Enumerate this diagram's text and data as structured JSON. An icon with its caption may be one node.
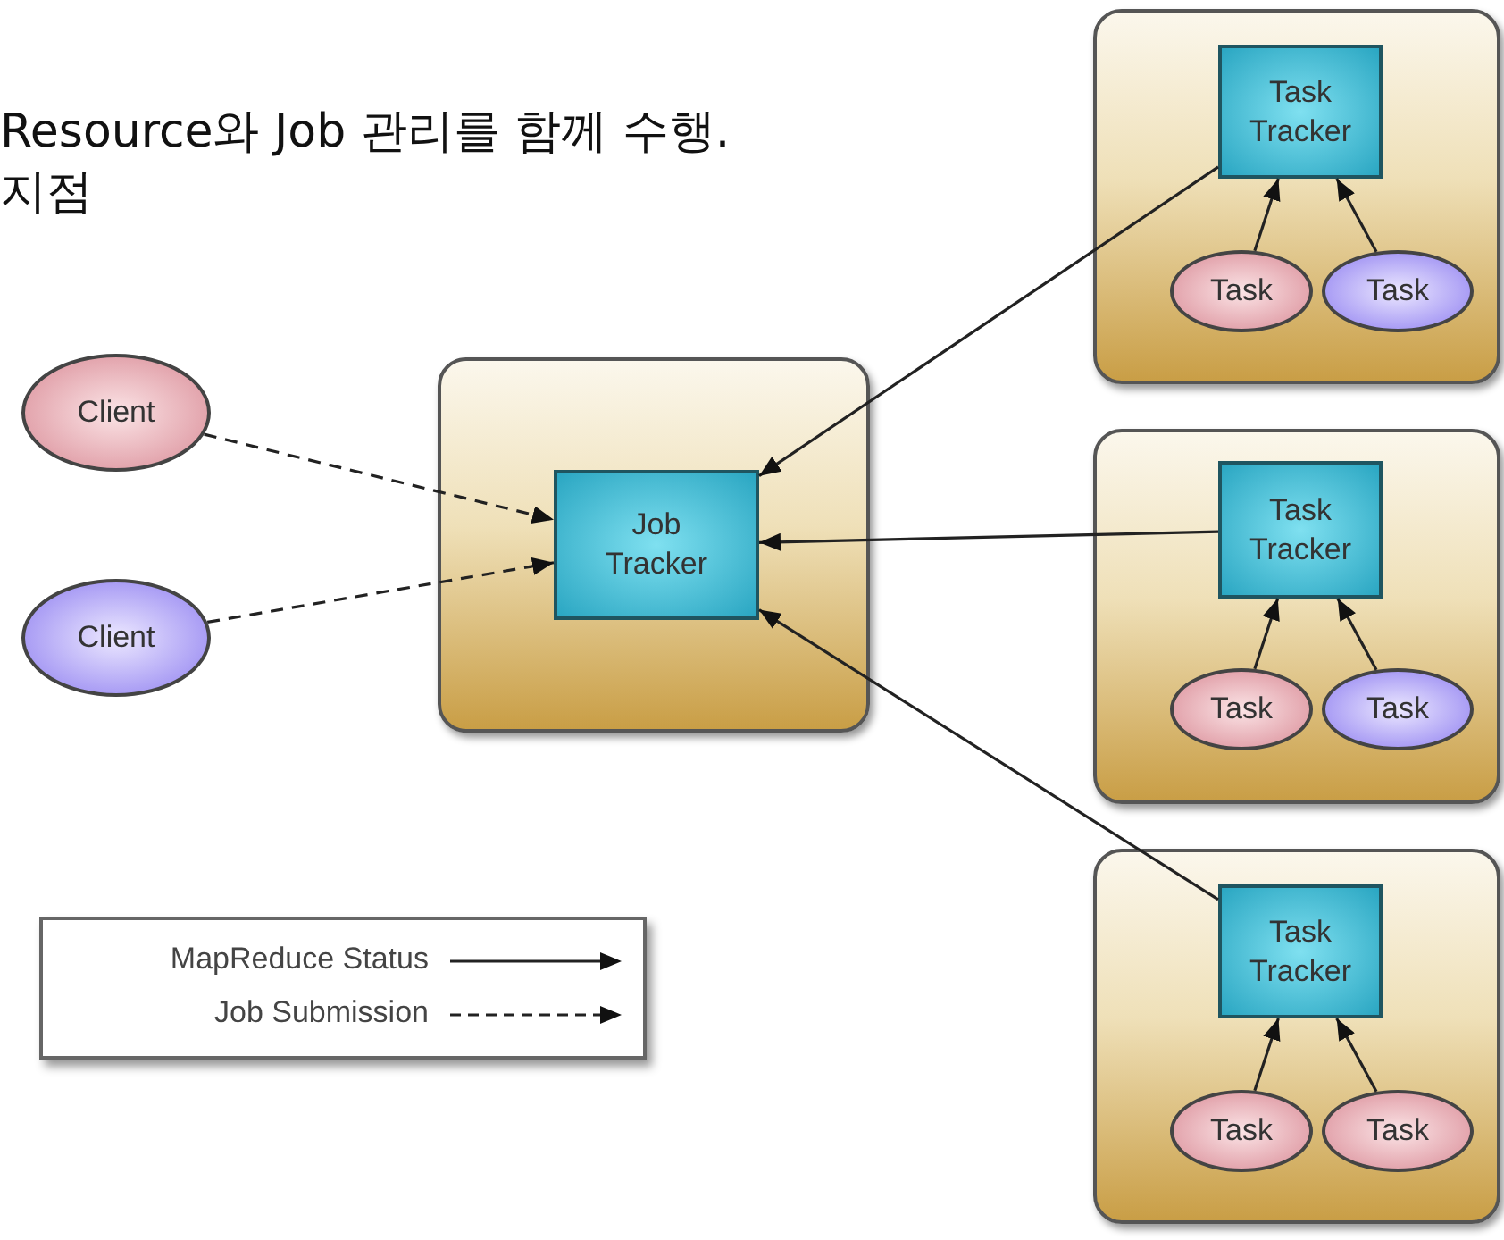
{
  "diagram": {
    "nodes": [
      {
        "text": [
          "Client"
        ]
      },
      {
        "text": [
          "Client"
        ]
      },
      {
        "text": [],
        "shape": "box"
      },
      {
        "text": [
          "Job Tracker"
        ],
        "in": 2
      },
      {
        "text": [],
        "shape": "box"
      },
      {
        "text": [
          "Task Tracker"
        ],
        "in": 4
      },
      {
        "text": [
          "Task"
        ],
        "in": 4
      },
      {
        "text": [
          "Task"
        ],
        "in": 4
      },
      {
        "text": [],
        "shape": "box"
      },
      {
        "text": [
          "Task Tracker"
        ],
        "in": 8
      },
      {
        "text": [
          "Task"
        ],
        "in": 8
      },
      {
        "text": [
          "Task"
        ],
        "in": 8
      },
      {
        "text": [],
        "shape": "box"
      },
      {
        "text": [
          "Task Tracker"
        ],
        "in": 12
      },
      {
        "text": [
          "Task"
        ],
        "in": 12
      },
      {
        "text": [
          "Task"
        ],
        "in": 12
      }
    ],
    "edges": [
      {
        "from": 0,
        "to": 3,
        "arrow": "to",
        "style": "dashed"
      },
      {
        "from": 1,
        "to": 3,
        "arrow": "to",
        "style": "dashed"
      },
      {
        "from": 5,
        "to": 3,
        "arrow": "to"
      },
      {
        "from": 9,
        "to": 3,
        "arrow": "to"
      },
      {
        "from": 13,
        "to": 3,
        "arrow": "to"
      },
      {
        "from": 6,
        "to": 5,
        "arrow": "to"
      },
      {
        "from": 7,
        "to": 5,
        "arrow": "to"
      },
      {
        "from": 10,
        "to": 9,
        "arrow": "to"
      },
      {
        "from": 11,
        "to": 9,
        "arrow": "to"
      },
      {
        "from": 14,
        "to": 13,
        "arrow": "to"
      },
      {
        "from": 15,
        "to": 13,
        "arrow": "to"
      }
    ],
    "labels": [
      "Resource와 Job 관리를 함께 수행.",
      "지점"
    ],
    "legend": [
      {
        "text": "MapReduce Status"
      },
      {
        "text": "Job Submission"
      }
    ]
  }
}
